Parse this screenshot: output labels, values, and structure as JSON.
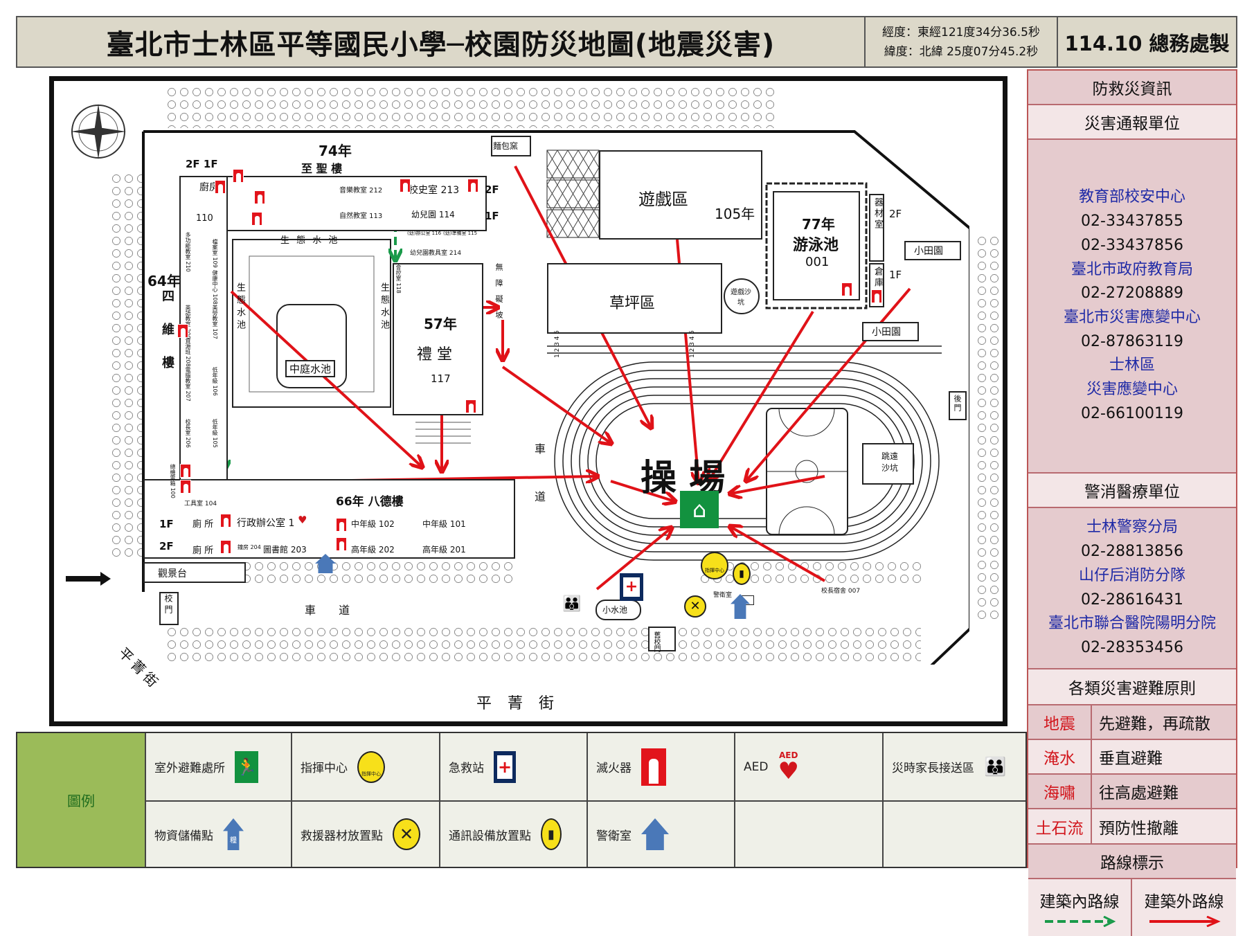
{
  "header": {
    "title": "臺北市士林區平等國民小學─校園防災地圖(地震災害)",
    "longitude": "經度：東經121度34分36.5秒",
    "latitude": "緯度：北緯  25度07分45.2秒",
    "made_by": "114.10 總務處製"
  },
  "map": {
    "labels": {
      "zhisheng_year": "74年",
      "zhisheng": "至 聖 樓",
      "siwei_year": "64年",
      "siwei": "四維樓",
      "bade": "66年  八德樓",
      "hall_year": "57年",
      "hall": "禮 堂",
      "hall_no": "117",
      "pond": "中庭水池",
      "eco_pond_top": "生 態 水 池",
      "eco_pond_left": "生態水池",
      "eco_pond_right": "生態水池",
      "kitchen": "廚房",
      "kitchen_no": "110",
      "music": "音樂教室 212",
      "history": "校史室 213",
      "science": "自然教室 113",
      "kinder": "幼兒園 114",
      "k116": "(幼)辦公室 116",
      "k115": "(幼)準備室 115",
      "k214": "幼兒園教具室 214",
      "monitor": "會控室 118",
      "r210": "多功能教室 210",
      "r109": "檔案室 109",
      "r108": "健康中心 108",
      "r209": "英語教室 209",
      "r107": "美勞教室 107",
      "r208": "資源班 208",
      "r207": "電腦教室 207",
      "r106": "低年級 106",
      "r206": "校長室 206",
      "r105": "低年級 105",
      "r100": "總機電箱 100",
      "r104": "工具室 104",
      "f2f1": "2F  1F",
      "f2": "2F",
      "f1": "1F",
      "floor1": "1F",
      "floor2": "2F",
      "toilet1": "廁 所",
      "toilet2": "廁 所",
      "admin": "行政辦公室 1",
      "library": "圖書館    203",
      "r204": "鐘房 204",
      "r102": "中年級   102",
      "r101": "中年級   101",
      "r202": "高年級   202",
      "r201": "高年級   201",
      "view": "觀景台",
      "bakery": "麵包窯",
      "play": "遊戲區",
      "play_year": "105年",
      "pool_year": "77年",
      "pool": "游泳池",
      "pool_no": "001",
      "equip": "器材室",
      "store": "倉庫",
      "eq_2f": "2F",
      "eq_1f": "1F",
      "lawn": "草坪區",
      "sandpit": "遊戲沙坑",
      "garden1": "小田園",
      "garden2": "小田園",
      "barrier_free": "無障礙坡",
      "driveway1": "車 道",
      "driveway2": "車 道",
      "field": "操      場",
      "jump": "跳遠沙坑",
      "pool_small": "小水池",
      "guard": "警衛室",
      "old_gate": "舊校門",
      "principal_house": "校長宿舍 007",
      "gate": "校門",
      "back_gate": "後門",
      "street": "平    菁    街",
      "street2": "平菁街",
      "cmd": "指揮中心",
      "tracks": "1 2 3 4 5"
    }
  },
  "panel": {
    "title": "防救災資訊",
    "report_title": "災害通報單位",
    "report": [
      {
        "org": "教育部校安中心",
        "phones": [
          "02-33437855",
          "02-33437856"
        ]
      },
      {
        "org": "臺北市政府教育局",
        "phones": [
          "02-27208889"
        ]
      },
      {
        "org": "臺北市災害應變中心",
        "phones": [
          "02-87863119"
        ]
      },
      {
        "org": "士林區",
        "org2": "災害應變中心",
        "phones": [
          "02-66100119"
        ]
      }
    ],
    "emergency_title": "警消醫療單位",
    "emergency": [
      {
        "org": "士林警察分局",
        "phone": "02-28813856"
      },
      {
        "org": "山仔后消防分隊",
        "phone": "02-28616431"
      },
      {
        "org": "臺北市聯合醫院陽明分院",
        "phone": "02-28353456"
      }
    ],
    "rules_title": "各類災害避難原則",
    "rules": [
      {
        "type": "地震",
        "action": "先避難，再疏散"
      },
      {
        "type": "淹水",
        "action": "垂直避難"
      },
      {
        "type": "海嘯",
        "action": "往高處避難"
      },
      {
        "type": "土石流",
        "action": "預防性撤離"
      }
    ],
    "route_title": "路線標示",
    "route_inside": "建築內路線",
    "route_outside": "建築外路線"
  },
  "legend": {
    "title": "圖例",
    "items": [
      "室外避難處所",
      "指揮中心",
      "急救站",
      "滅火器",
      "AED",
      "災時家長接送區",
      "物資儲備點",
      "救援器材放置點",
      "通訊設備放置點",
      "警衛室"
    ],
    "icon_text": {
      "cmd": "指揮中心",
      "aed": "AED",
      "supply": "糧"
    }
  },
  "colors": {
    "outside_route": "#e01218",
    "inside_route": "#1a9a4a",
    "exit_green": "#12923f",
    "legend_green": "#9bbb59",
    "org_blue": "#1f2aa6",
    "rule_red": "#d2161c"
  }
}
